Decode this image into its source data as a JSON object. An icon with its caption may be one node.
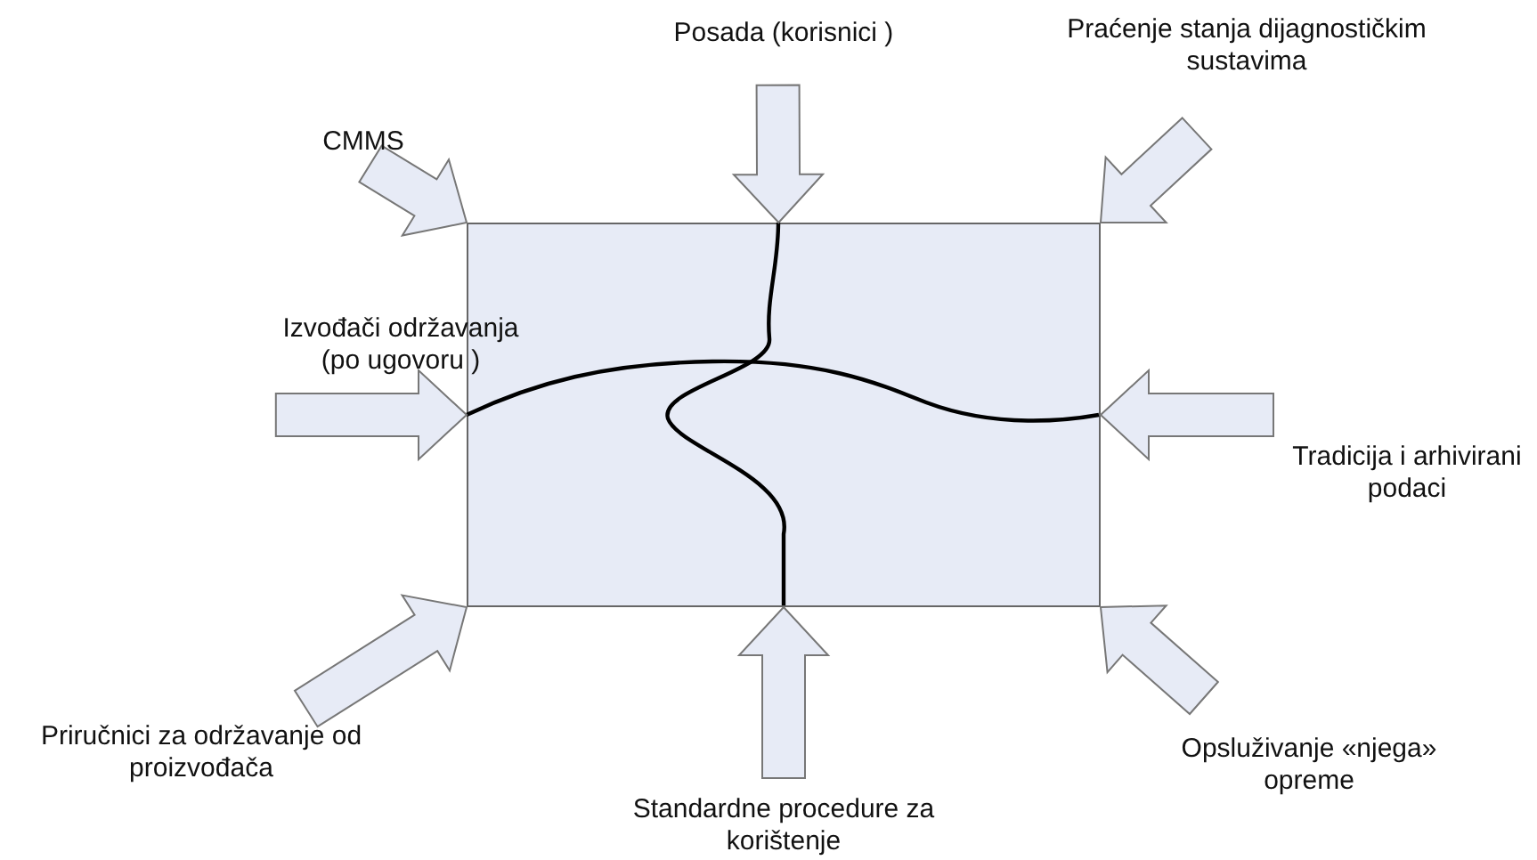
{
  "diagram": {
    "nodes": [
      {
        "text": [],
        "shape": "box"
      },
      {
        "text": [
          "CMMS"
        ]
      },
      {
        "text": [
          "Posada (korisnici )"
        ]
      },
      {
        "text": [
          "Praćenje stanja dijagnostičkim sustavima"
        ]
      },
      {
        "text": [
          "Izvođači održavanja (po ugovoru )"
        ]
      },
      {
        "text": [
          "Tradicija i arhivirani podaci"
        ]
      },
      {
        "text": [
          "Priručnici za održavanje od proizvođača"
        ]
      },
      {
        "text": [
          "Standardne procedure za korištenje"
        ]
      },
      {
        "text": [
          "Opsluživanje «njega» opreme"
        ]
      }
    ],
    "edges": [
      {
        "from": 1,
        "to": 0,
        "arrow": "to"
      },
      {
        "from": 2,
        "to": 0,
        "arrow": "to"
      },
      {
        "from": 3,
        "to": 0,
        "arrow": "to"
      },
      {
        "from": 4,
        "to": 0,
        "arrow": "to"
      },
      {
        "from": 5,
        "to": 0,
        "arrow": "to"
      },
      {
        "from": 6,
        "to": 0,
        "arrow": "to"
      },
      {
        "from": 7,
        "to": 0,
        "arrow": "to"
      },
      {
        "from": 8,
        "to": 0,
        "arrow": "to"
      }
    ]
  }
}
